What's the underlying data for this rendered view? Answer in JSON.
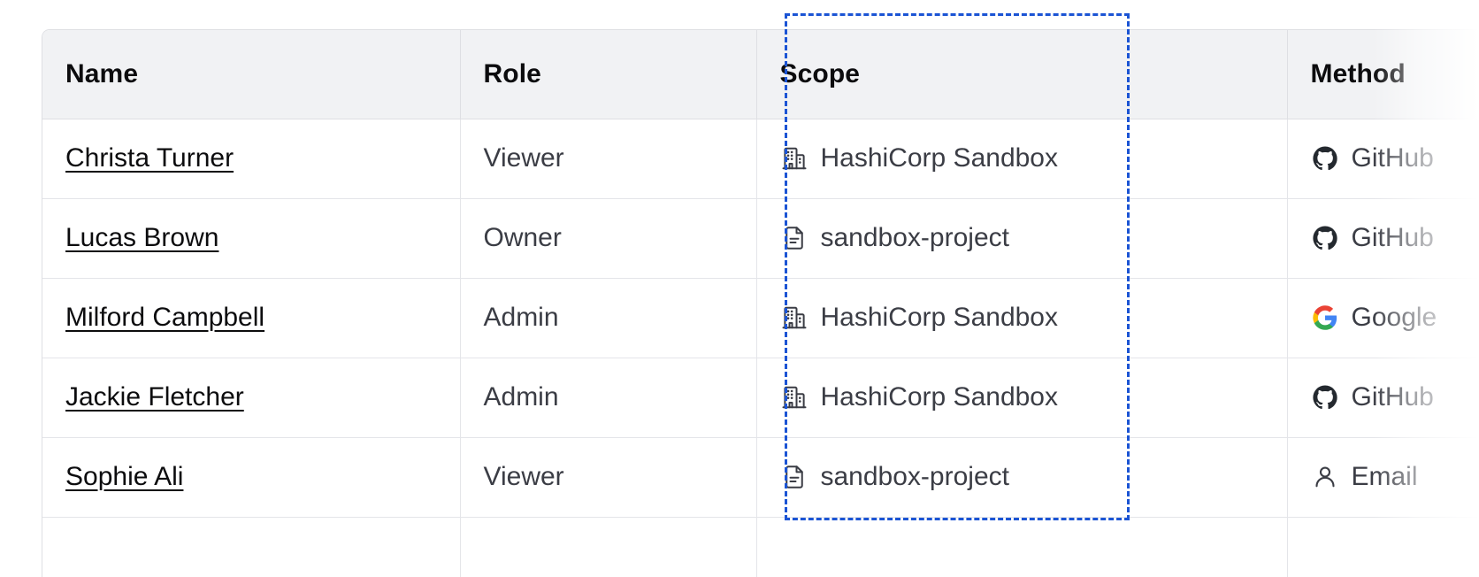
{
  "table": {
    "columns": [
      {
        "key": "name",
        "label": "Name"
      },
      {
        "key": "role",
        "label": "Role"
      },
      {
        "key": "scope",
        "label": "Scope"
      },
      {
        "key": "method",
        "label": "Method"
      }
    ],
    "rows": [
      {
        "name": "Christa Turner",
        "role": "Viewer",
        "scope": "HashiCorp Sandbox",
        "scope_icon": "organization-building-icon",
        "method": "GitHub",
        "method_icon": "github-icon"
      },
      {
        "name": "Lucas Brown",
        "role": "Owner",
        "scope": "sandbox-project",
        "scope_icon": "project-document-icon",
        "method": "GitHub",
        "method_icon": "github-icon"
      },
      {
        "name": "Milford Campbell",
        "role": "Admin",
        "scope": "HashiCorp Sandbox",
        "scope_icon": "organization-building-icon",
        "method": "Google",
        "method_icon": "google-icon"
      },
      {
        "name": "Jackie Fletcher",
        "role": "Admin",
        "scope": "HashiCorp Sandbox",
        "scope_icon": "organization-building-icon",
        "method": "GitHub",
        "method_icon": "github-icon"
      },
      {
        "name": "Sophie Ali",
        "role": "Viewer",
        "scope": "sandbox-project",
        "scope_icon": "project-document-icon",
        "method": "Email",
        "method_icon": "user-person-icon"
      },
      {
        "name": "",
        "role": "",
        "scope": "",
        "scope_icon": "none",
        "method": "",
        "method_icon": "none"
      }
    ]
  },
  "highlight": {
    "target_column": "Scope",
    "style": "dashed-rectangle",
    "color": "#1B54D4"
  },
  "colors": {
    "header_background": "#F1F2F4",
    "header_text": "#0C0C0E",
    "body_text": "#3B3D45",
    "link_text": "#0C0C0E",
    "border": "#DEDFE3",
    "row_border": "#E4E5E9",
    "page_background": "#FFFFFF",
    "highlight_blue": "#1B54D4",
    "github_dark": "#24292F",
    "google_blue": "#4285F4",
    "google_red": "#EA4335",
    "google_yellow": "#FBBC05",
    "google_green": "#34A853"
  }
}
